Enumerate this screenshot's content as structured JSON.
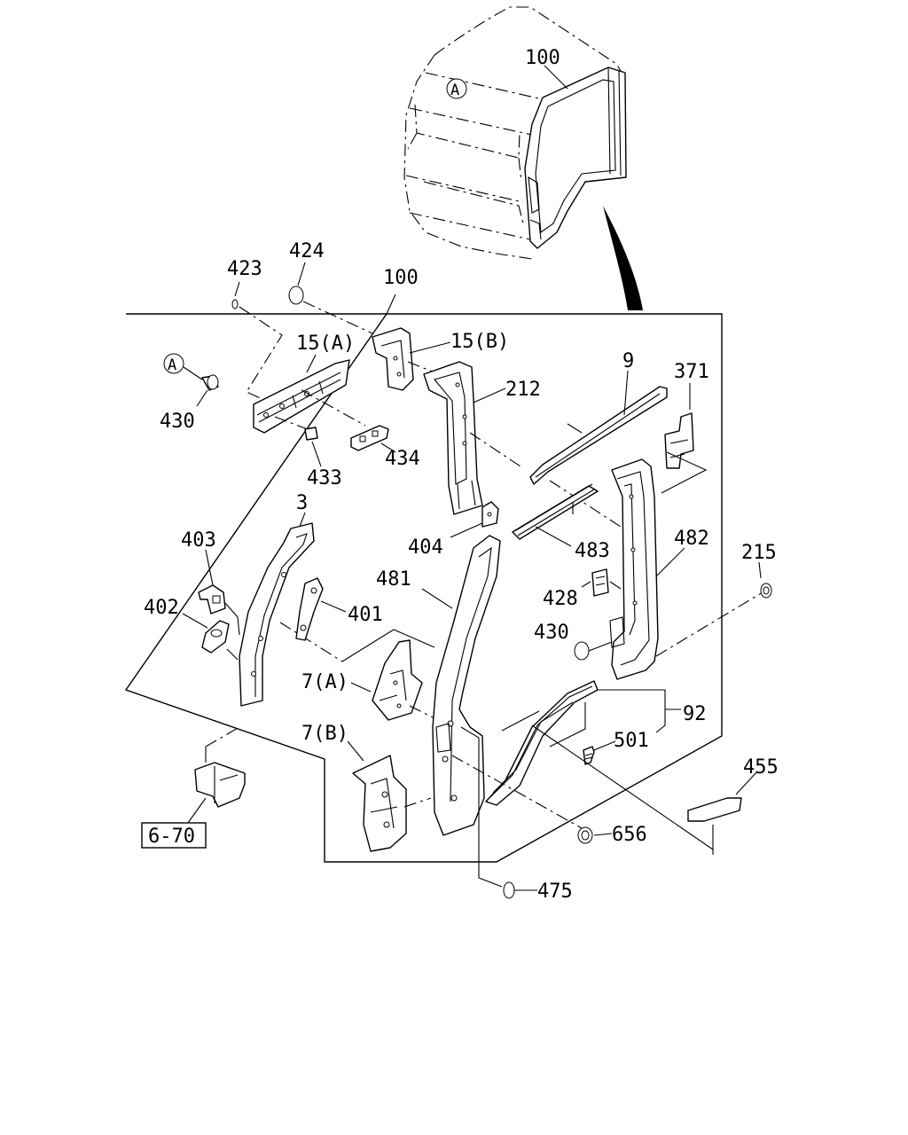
{
  "labels": {
    "cab_top": "100",
    "cab_circle": "A",
    "frame_top": "100",
    "l423": "423",
    "l424": "424",
    "l15a": "15(A)",
    "l15b": "15(B)",
    "l212": "212",
    "l9": "9",
    "l371": "371",
    "circle_a": "A",
    "l430a": "430",
    "l433": "433",
    "l434": "434",
    "l3": "3",
    "l403": "403",
    "l402": "402",
    "l401": "401",
    "l404": "404",
    "l483": "483",
    "l481": "481",
    "l482": "482",
    "l215": "215",
    "l428": "428",
    "l430b": "430",
    "l7a": "7(A)",
    "l7b": "7(B)",
    "l92": "92",
    "l501": "501",
    "l455": "455",
    "l656": "656",
    "l475": "475",
    "ref": "6-70"
  }
}
